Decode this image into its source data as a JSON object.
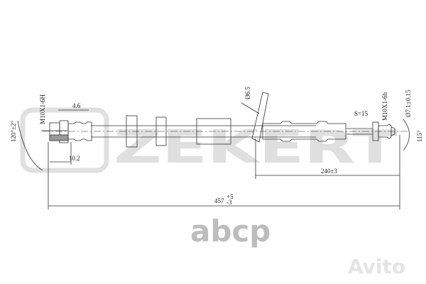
{
  "watermark": {
    "brand": "ZEKERT",
    "logo_abcp": "abcp",
    "logo_avito": "Avito",
    "color": "#d9d9d9"
  },
  "left_fitting": {
    "thread": "M10X1-6H",
    "dim_a": "4.6",
    "dim_b": "10.2",
    "angle": "120°±2°"
  },
  "bracket": {
    "hole": "Ø6.5"
  },
  "right_fitting": {
    "hex": "S=15",
    "thread": "M10X1-6h",
    "tube_dia": "Ø7.1±0.15",
    "angle": "115°"
  },
  "dimensions": {
    "partial_length": "240±3",
    "total_length": "457",
    "total_tol_upper": "+5",
    "total_tol_lower": "-3"
  }
}
